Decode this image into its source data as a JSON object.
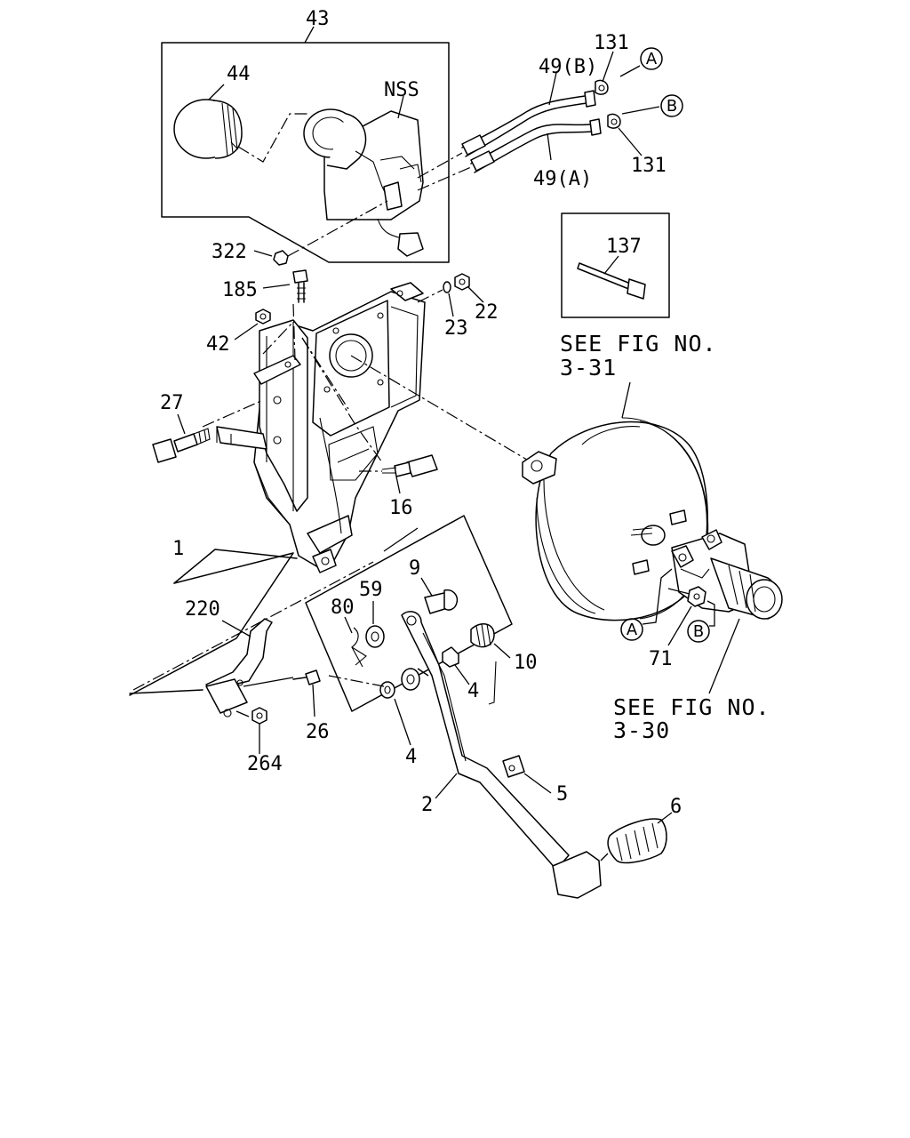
{
  "labels": {
    "p43": "43",
    "p44": "44",
    "nss": "NSS",
    "p131_top": "131",
    "p49b": "49(B)",
    "p49a": "49(A)",
    "p131_bot": "131",
    "p322": "322",
    "p185": "185",
    "p42": "42",
    "p23": "23",
    "p22": "22",
    "p137": "137",
    "p27": "27",
    "p16": "16",
    "p1": "1",
    "p220": "220",
    "p9": "9",
    "p59": "59",
    "p80": "80",
    "p10": "10",
    "p4_right": "4",
    "p26": "26",
    "p264": "264",
    "p4_bottom": "4",
    "p5": "5",
    "p2": "2",
    "p6": "6",
    "p71": "71"
  },
  "refs": {
    "a_top": "A",
    "b_top": "B",
    "a_booster": "A",
    "b_booster": "B"
  },
  "see_fig_1": {
    "line1": "SEE FIG NO.",
    "line2": "3-31"
  },
  "see_fig_2": {
    "line1": "SEE FIG NO.",
    "line2": "3-30"
  }
}
